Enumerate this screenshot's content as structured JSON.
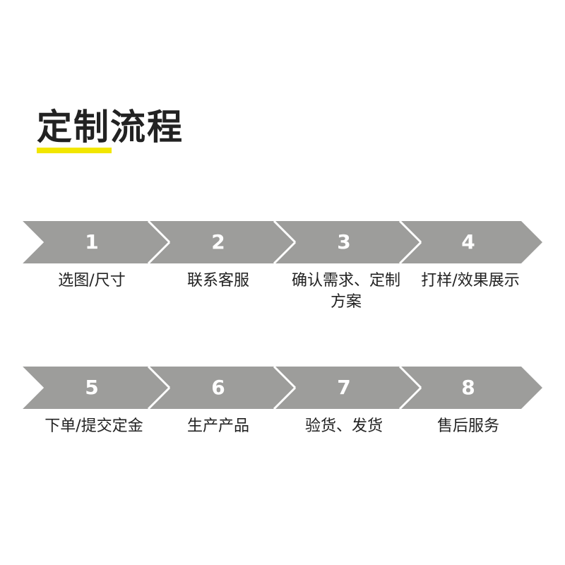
{
  "title": "定制流程",
  "colors": {
    "arrow_fill": "#9d9d9b",
    "accent_underline": "#f2e600",
    "text": "#222222"
  },
  "steps": [
    {
      "number": "1",
      "label": "选图/尺寸"
    },
    {
      "number": "2",
      "label": "联系客服"
    },
    {
      "number": "3",
      "label": "确认需求、定制方案"
    },
    {
      "number": "4",
      "label": "打样/效果展示"
    },
    {
      "number": "5",
      "label": "下单/提交定金"
    },
    {
      "number": "6",
      "label": "生产产品"
    },
    {
      "number": "7",
      "label": "验货、发货"
    },
    {
      "number": "8",
      "label": "售后服务"
    }
  ]
}
